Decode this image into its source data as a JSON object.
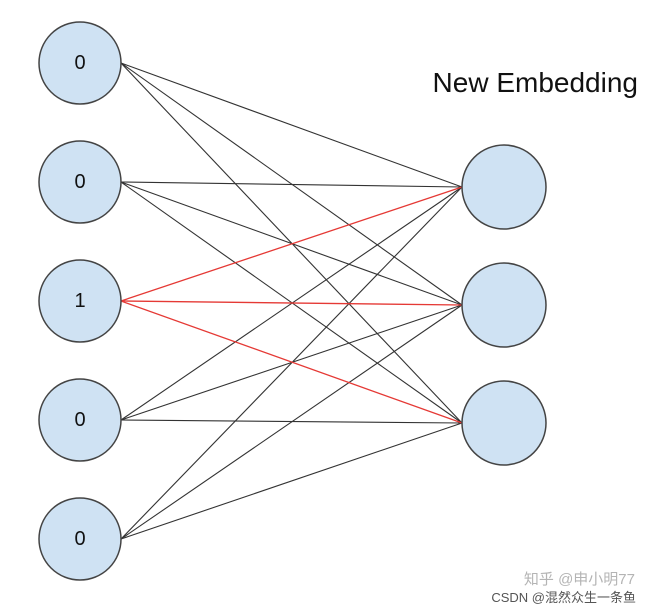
{
  "title": "New Embedding",
  "input_nodes": [
    "0",
    "0",
    "1",
    "0",
    "0"
  ],
  "output_node_count": 3,
  "highlight_input_index": 2,
  "colors": {
    "node_fill": "#cfe2f3",
    "node_stroke": "#444444",
    "edge": "#333333",
    "highlight_edge": "#e53935"
  },
  "watermark": "知乎 @申小明77",
  "credit": "CSDN @混然众生一条鱼"
}
